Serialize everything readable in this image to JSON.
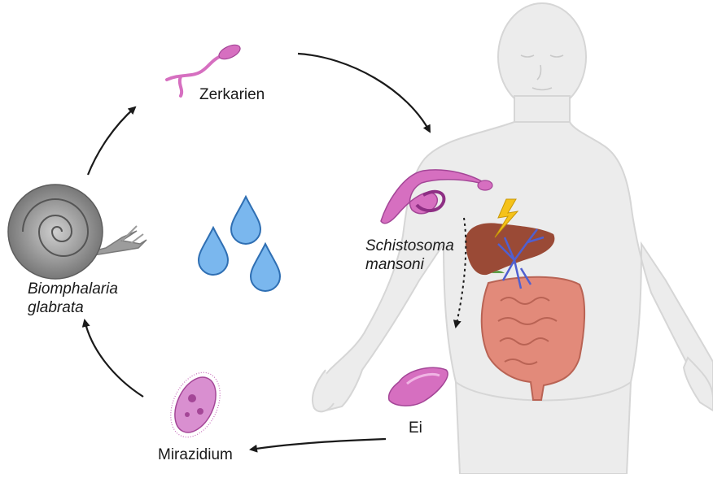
{
  "labels": {
    "cercariae": "Zerkarien",
    "snail_line1": "Biomphalaria",
    "snail_line2": "glabrata",
    "worm_line1": "Schistosoma",
    "worm_line2": "mansoni",
    "egg": "Ei",
    "miracidium": "Mirazidium"
  },
  "colors": {
    "parasite": "#d66fc0",
    "parasite_dark": "#8e2f84",
    "water": "#7ab7ee",
    "water_stroke": "#2f6fb3",
    "body": "#ececec",
    "body_stroke": "#d4d4d4",
    "liver": "#9a4a36",
    "intestine": "#e28a7a",
    "vessels": "#4f5fd0",
    "lightning": "#f5c21a",
    "snail_shell": "#8f8f8f",
    "arrow": "#1a1a1a"
  },
  "icons": [
    "snail-icon",
    "cercaria-icon",
    "water-drops-icon",
    "human-body-icon",
    "worm-pair-icon",
    "liver-icon",
    "intestine-icon",
    "lightning-icon",
    "egg-icon",
    "miracidium-icon"
  ]
}
